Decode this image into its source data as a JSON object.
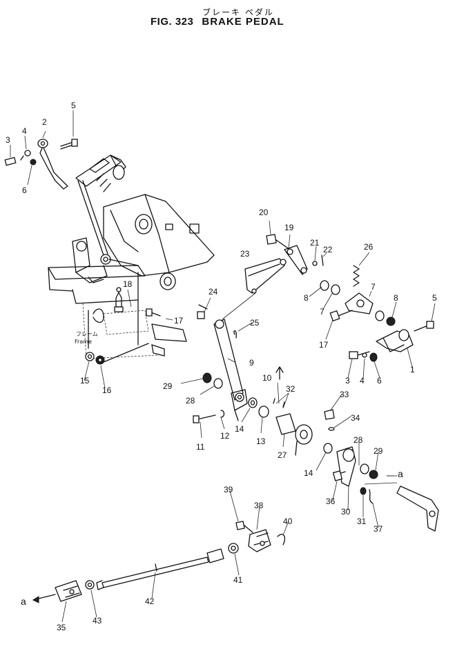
{
  "title": {
    "japanese": "ブレーキ ペダル",
    "figure": "FIG. 323",
    "name": "BRAKE PEDAL"
  },
  "frame_label": {
    "japanese": "フレーム",
    "english": "Frame"
  },
  "arrow_marks": [
    "a",
    "a"
  ],
  "part_callouts": [
    "1",
    "2",
    "3",
    "3",
    "4",
    "4",
    "5",
    "5",
    "6",
    "6",
    "7",
    "7",
    "8",
    "8",
    "9",
    "10",
    "11",
    "12",
    "13",
    "14",
    "14",
    "15",
    "16",
    "17",
    "17",
    "18",
    "19",
    "20",
    "21",
    "22",
    "23",
    "24",
    "25",
    "26",
    "27",
    "28",
    "28",
    "29",
    "29",
    "30",
    "31",
    "32",
    "33",
    "34",
    "35",
    "36",
    "37",
    "38",
    "39",
    "40",
    "41",
    "42",
    "43"
  ]
}
